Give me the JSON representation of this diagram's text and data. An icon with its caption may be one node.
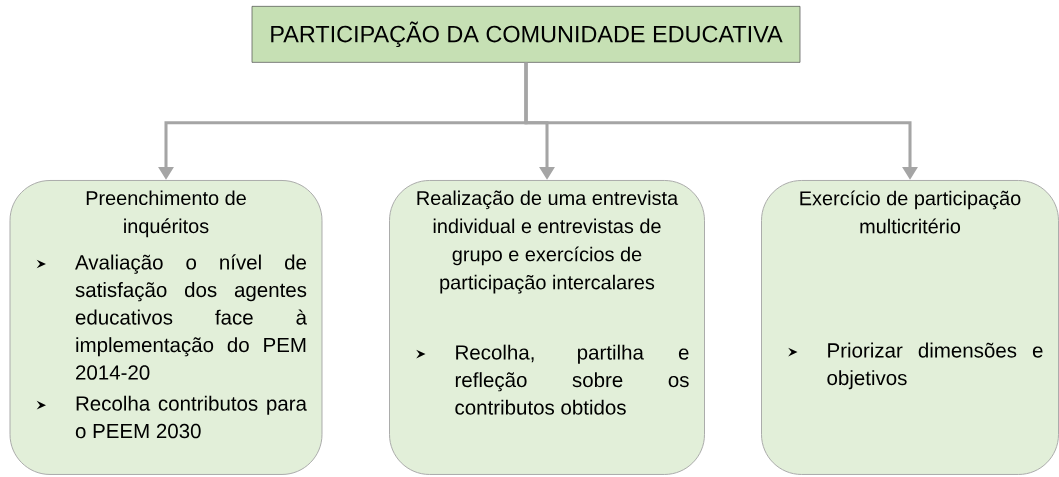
{
  "diagram": {
    "nodes": [
      {
        "text": [
          "PARTICIPAÇÃO DA COMUNIDADE EDUCATIVA"
        ]
      },
      {
        "text": [
          "Preenchimento de inquéritos",
          "Avaliação o nível de satisfação dos agentes educativos face à implementação do PEM 2014-20",
          "Recolha contributos para o PEEM 2030"
        ]
      },
      {
        "text": [
          "Realização de uma entrevista individual e entrevistas de grupo e exercícios de participação intercalares",
          "Recolha, partilha e refleção sobre os contributos obtidos"
        ]
      },
      {
        "text": [
          "Exercício de participação multicritério",
          "Priorizar dimensões e objetivos"
        ]
      }
    ],
    "edges": [
      {
        "from": 0,
        "to": 1,
        "arrow": "to"
      },
      {
        "from": 0,
        "to": 2,
        "arrow": "to"
      },
      {
        "from": 0,
        "to": 3,
        "arrow": "to"
      }
    ]
  }
}
